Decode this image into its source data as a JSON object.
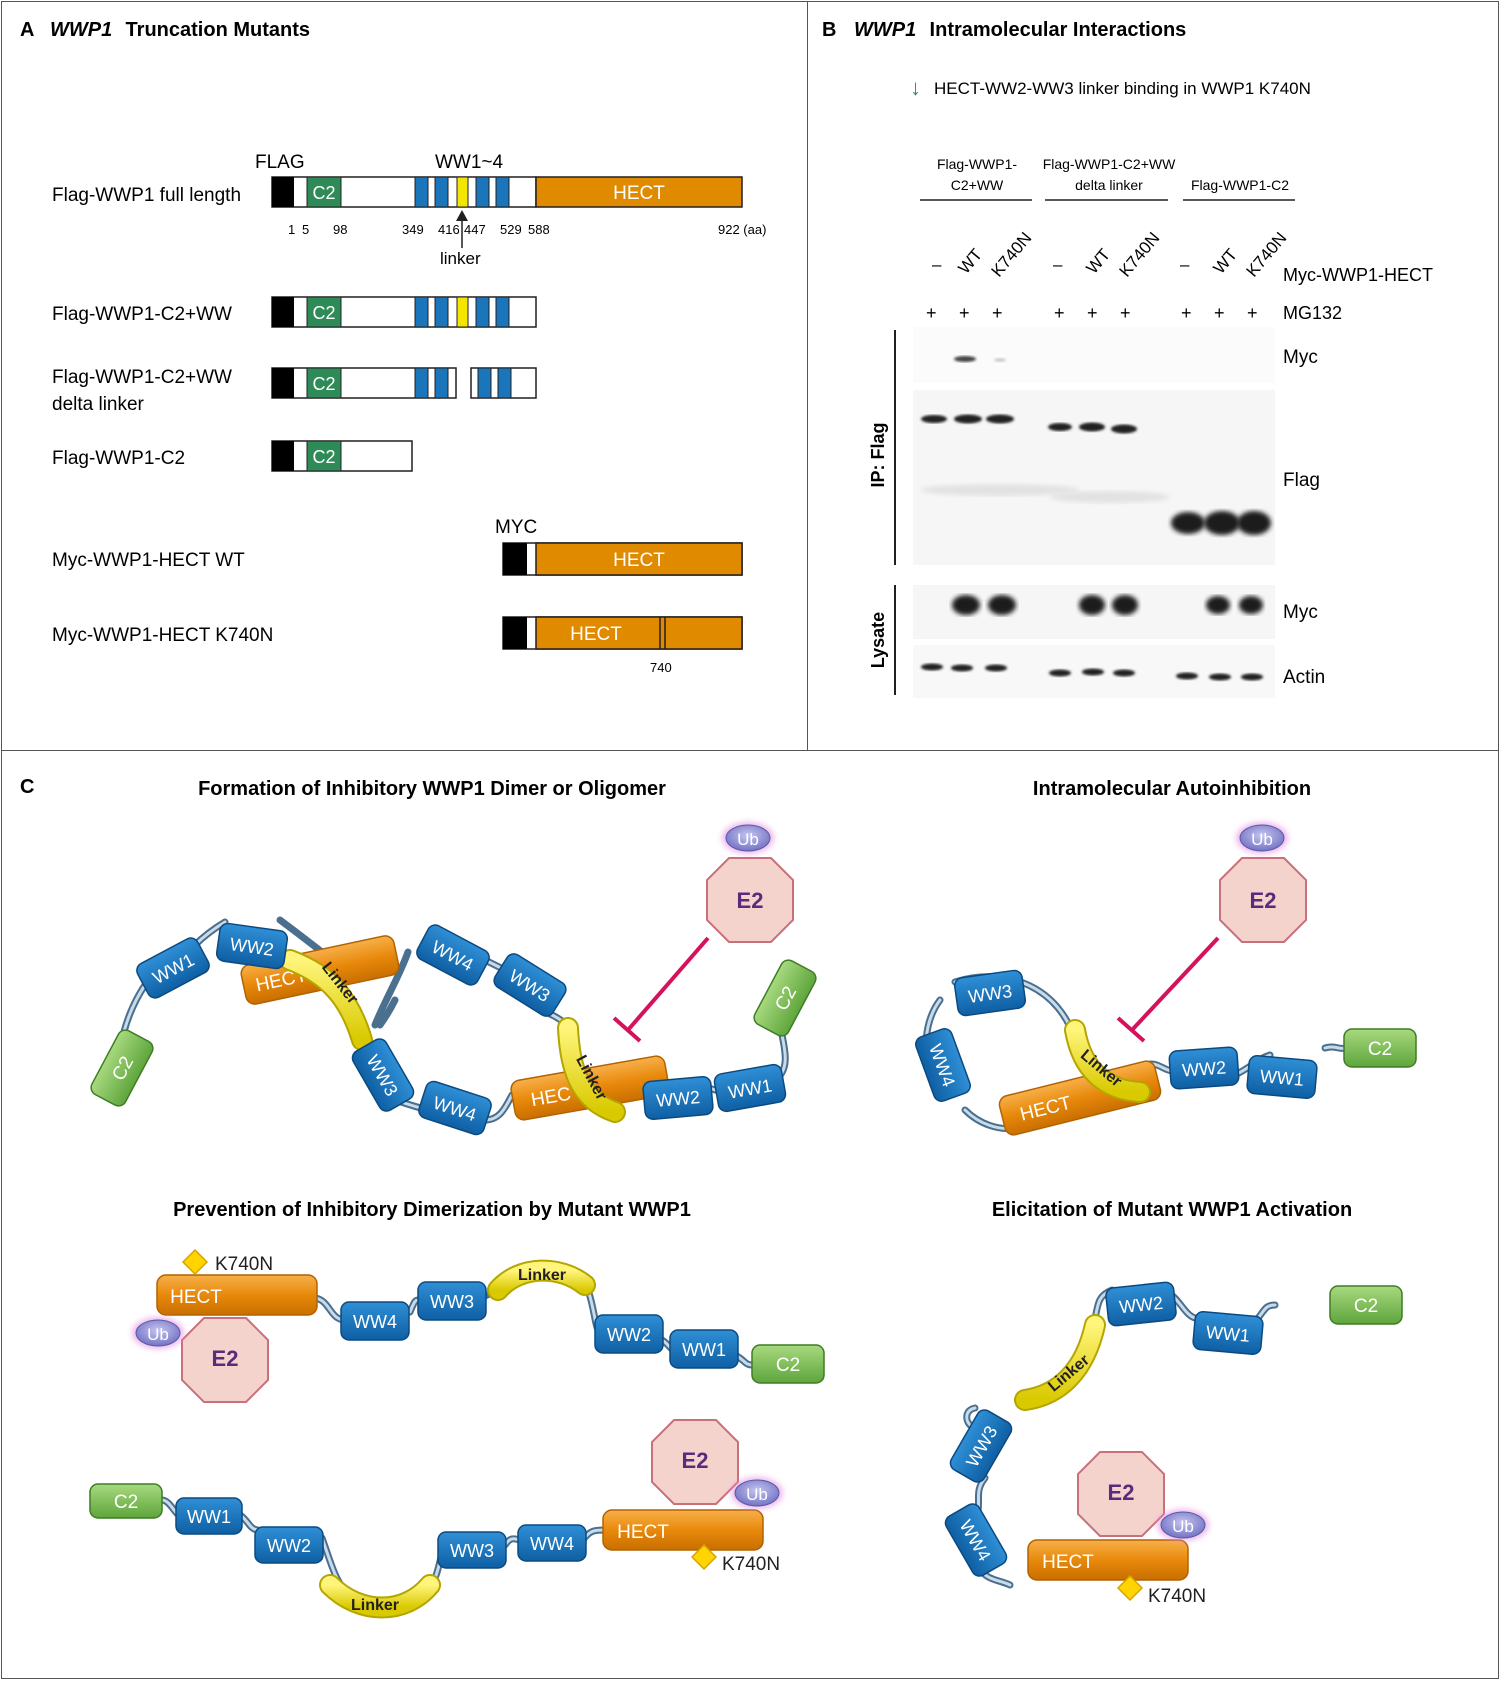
{
  "panelA": {
    "letter": "A",
    "title_gene": "WWP1",
    "title_rest": " Truncation Mutants",
    "constructs": [
      {
        "label": "Flag-WWP1 full length"
      },
      {
        "label": "Flag-WWP1-C2+WW"
      },
      {
        "label1": "Flag-WWP1-C2+WW",
        "label2": "delta linker"
      },
      {
        "label": "Flag-WWP1-C2"
      },
      {
        "label": "Myc-WWP1-HECT WT"
      },
      {
        "label": "Myc-WWP1-HECT K740N"
      }
    ],
    "tag_flag": "FLAG",
    "tag_myc": "MYC",
    "ww_label": "WW1~4",
    "linker_label": "linker",
    "domain_c2": "C2",
    "domain_hect": "HECT",
    "positions": [
      "1",
      "5",
      "98",
      "349",
      "416",
      "447",
      "529",
      "588",
      "922 (aa)"
    ],
    "mutation_pos": "740"
  },
  "panelB": {
    "letter": "B",
    "title_gene": "WWP1",
    "title_rest": " Intramolecular Interactions",
    "arrow": "↓",
    "note": "HECT-WW2-WW3 linker binding in WWP1 K740N",
    "groups": [
      {
        "line1": "Flag-WWP1-",
        "line2": "C2+WW"
      },
      {
        "line1": "Flag-WWP1-C2+WW",
        "line2": "delta linker"
      },
      {
        "line1": "Flag-WWP1-C2",
        "line2": ""
      }
    ],
    "lanes": [
      "–",
      "WT",
      "K740N"
    ],
    "myc_hect_label": "Myc-WWP1-HECT",
    "mg132_label": "MG132",
    "plus": "+",
    "ip_label": "IP: Flag",
    "lysate_label": "Lysate",
    "blot_labels": [
      "Myc",
      "Flag",
      "Myc",
      "Actin"
    ]
  },
  "panelC": {
    "letter": "C",
    "titles": [
      "Formation of Inhibitory WWP1 Dimer or Oligomer",
      "Intramolecular Autoinhibition",
      "Prevention of Inhibitory Dimerization by Mutant WWP1",
      "Elicitation of Mutant WWP1 Activation"
    ],
    "ww1": "WW1",
    "ww2": "WW2",
    "ww3": "WW3",
    "ww4": "WW4",
    "hect": "HECT",
    "hect_cut": "HEC",
    "hect_cut2": "HECT",
    "c2": "C2",
    "linker": "Linker",
    "e2": "E2",
    "ub": "Ub",
    "mutation": "K740N"
  },
  "colors": {
    "c2_green": "#2e8b57",
    "ww_blue": "#1a75bb",
    "linker_yellow": "#f5e600",
    "hect_orange": "#e08a00",
    "e2_pink": "#f4d3cc",
    "ub_purple": "#8888cc",
    "inhibit_red": "#d5135d"
  }
}
